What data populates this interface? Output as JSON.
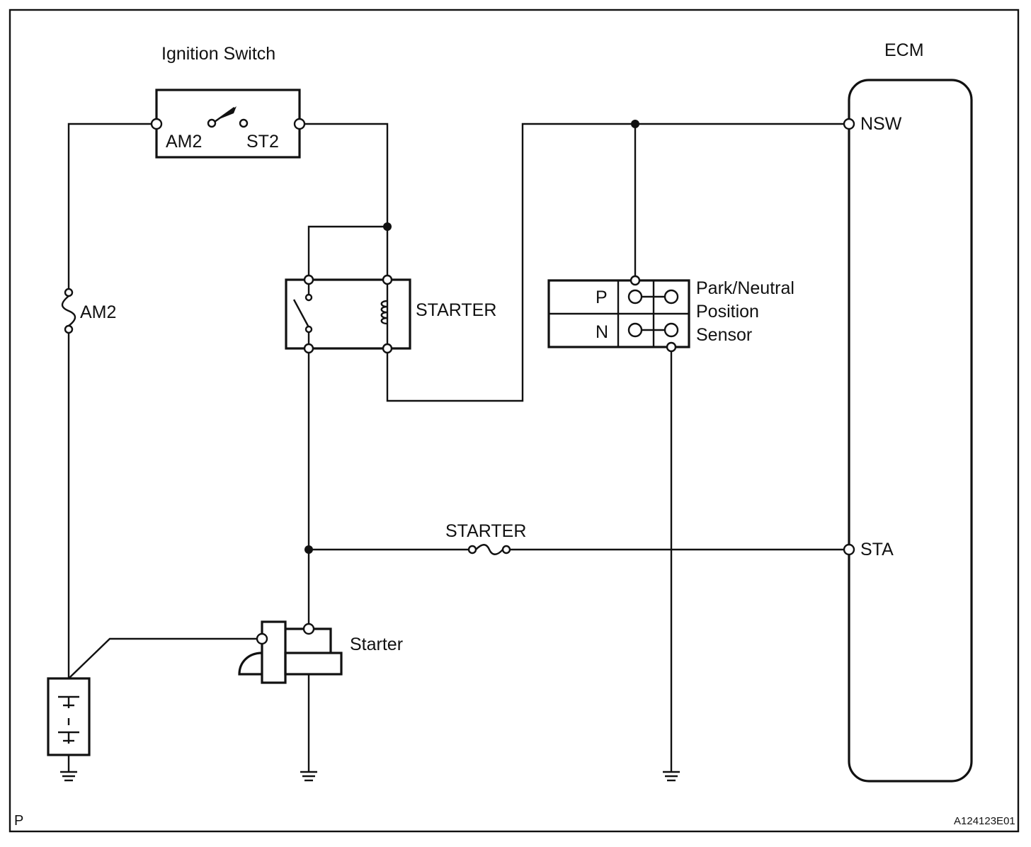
{
  "labels": {
    "ignition_switch": "Ignition Switch",
    "am2_terminal": "AM2",
    "st2_terminal": "ST2",
    "am2_fuse": "AM2",
    "starter_relay": "STARTER",
    "starter_fuse": "STARTER",
    "starter_motor": "Starter",
    "ecm": "ECM",
    "nsw": "NSW",
    "sta": "STA",
    "pnp_sensor_line1": "Park/Neutral",
    "pnp_sensor_line2": "Position",
    "pnp_sensor_line3": "Sensor",
    "pnp_p": "P",
    "pnp_n": "N",
    "corner_mark": "P",
    "figure_code": "A124123E01"
  }
}
